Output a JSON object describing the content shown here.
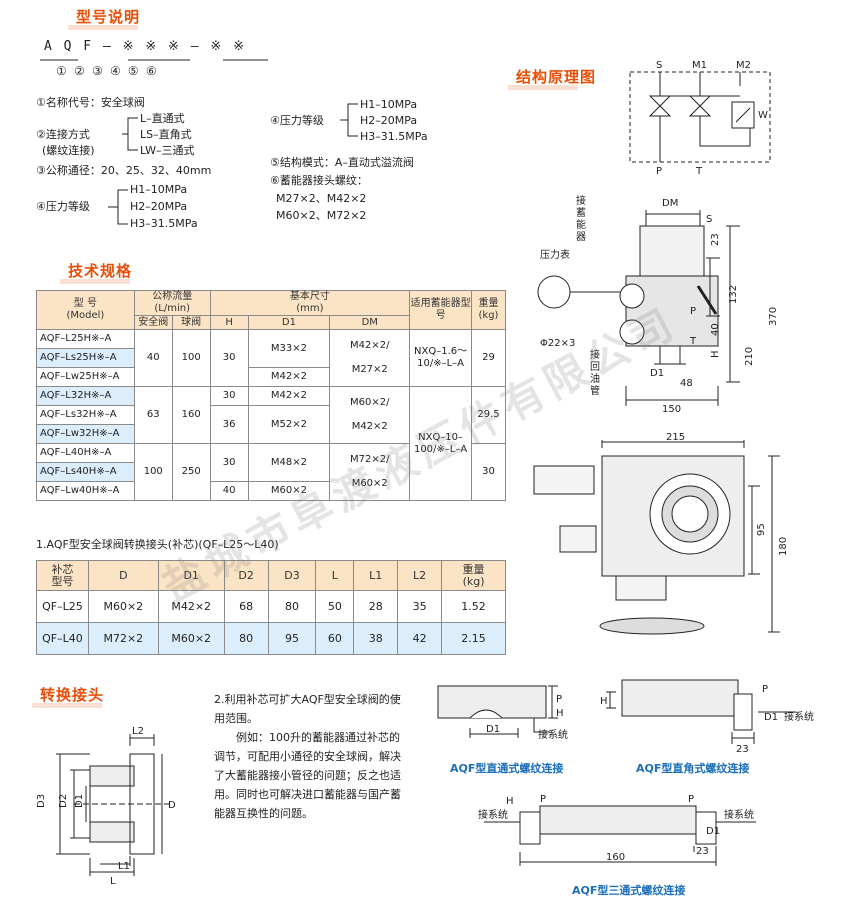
{
  "sections": {
    "model_desc": "型号说明",
    "spec": "技术规格",
    "structure": "结构原理图",
    "adapter": "转换接头"
  },
  "model_code": {
    "line": "A Q F  –  ※ ※ ※  – ※ ※",
    "numbers": "①       ② ③ ④    ⑤ ⑥"
  },
  "legend": {
    "l1": "①名称代号：安全球阀",
    "l2a": "L–直通式",
    "l2_label": "②连接方式",
    "l2b": "LS–直角式",
    "l2_sub": "(螺纹连接)",
    "l2c": "LW–三通式",
    "l3": "③公称通径：20、25、32、40mm",
    "l4_label": "④压力等级",
    "l4a": "H1–10MPa",
    "l4b": "H2–20MPa",
    "l4c": "H3–31.5MPa",
    "r4_label": "④压力等级",
    "r4a": "H1–10MPa",
    "r4b": "H2–20MPa",
    "r4c": "H3–31.5MPa",
    "r5": "⑤结构模式：A–直动式溢流阀",
    "r6": "⑥蓄能器接头螺纹：",
    "r6a": "M27×2、M42×2",
    "r6b": "M60×2、M72×2"
  },
  "spec_table": {
    "h_model": "型 号",
    "h_model_en": "(Model)",
    "h_flow": "公称流量",
    "h_flow_unit": "(L/min)",
    "h_flow_a": "安全阀",
    "h_flow_b": "球阀",
    "h_dims": "基本尺寸",
    "h_dims_unit": "(mm)",
    "h_H": "H",
    "h_D1": "D1",
    "h_DM": "DM",
    "h_acc": "适用蓄能器型号",
    "h_wt": "重量",
    "h_wt_unit": "(kg)",
    "groups": [
      {
        "models": [
          "AQF–L25H※–A",
          "AQF–Ls25H※–A",
          "AQF–Lw25H※–A"
        ],
        "flow_a": "40",
        "flow_b": "100",
        "H": [
          "30"
        ],
        "D1": [
          "M33×2",
          "M42×2"
        ],
        "DM": [
          "M42×2/",
          "M27×2"
        ],
        "acc": [
          "NXQ–1.6～",
          "10/※–L–A"
        ],
        "wt": "29"
      },
      {
        "models": [
          "AQF–L32H※–A",
          "AQF–Ls32H※–A",
          "AQF–Lw32H※–A"
        ],
        "flow_a": "63",
        "flow_b": "160",
        "H": [
          "30",
          "36"
        ],
        "D1": [
          "M42×2",
          "M52×2"
        ],
        "DM": [
          "M60×2/",
          "M42×2"
        ],
        "acc": [
          "NXQ–10–",
          "100/※–L–A"
        ],
        "wt": "29.5"
      },
      {
        "models": [
          "AQF–L40H※–A",
          "AQF–Ls40H※–A",
          "AQF–Lw40H※–A"
        ],
        "flow_a": "100",
        "flow_b": "250",
        "H": [
          "30",
          "40"
        ],
        "D1": [
          "M48×2",
          "M60×2"
        ],
        "DM": [
          "M72×2/",
          "M60×2"
        ],
        "acc": [],
        "wt": "30"
      }
    ]
  },
  "adapter_note": "1.AQF型安全球阀转换接头(补芯)(QF–L25～L40)",
  "adapter_table": {
    "headers": [
      "补芯型号",
      "D",
      "D1",
      "D2",
      "D3",
      "L",
      "L1",
      "L2",
      "重量(kg)"
    ],
    "h0a": "补芯",
    "h0b": "型号",
    "h8a": "重量",
    "h8b": "(kg)",
    "rows": [
      [
        "QF–L25",
        "M60×2",
        "M42×2",
        "68",
        "80",
        "50",
        "28",
        "35",
        "1.52"
      ],
      [
        "QF–L40",
        "M72×2",
        "M60×2",
        "80",
        "95",
        "60",
        "38",
        "42",
        "2.15"
      ]
    ]
  },
  "paragraph": {
    "p1": "2.利用补芯可扩大AQF型安全球阀的使用范围。",
    "p2": "例如：100升的蓄能器通过补芯的调节，可配用小通径的安全球阀，解决了大蓄能器接小管径的问题；反之也适用。同时也可解决进口蓄能器与国产蓄能器互换性的问题。"
  },
  "captions": {
    "straight": "AQF型直通式螺纹连接",
    "angle": "AQF型直角式螺纹连接",
    "tee": "AQF型三通式螺纹连接"
  },
  "labels": {
    "S": "S",
    "M1": "M1",
    "M2": "M2",
    "P": "P",
    "T": "T",
    "W": "W",
    "DM": "DM",
    "acc_port": "接蓄能器",
    "gauge": "压力表",
    "oil_return": "接回油管",
    "phi22": "Φ22×3",
    "d23": "23",
    "d132": "132",
    "d370": "370",
    "d210": "210",
    "d40": "40",
    "dH": "H",
    "dD1": "D1",
    "d48": "48",
    "d150": "150",
    "d215": "215",
    "d95": "95",
    "d180": "180",
    "d160": "160",
    "to_system": "接系统",
    "L2": "L2",
    "L1": "L1",
    "L": "L",
    "D": "D",
    "D1": "D1",
    "D2": "D2",
    "D3": "D3"
  },
  "watermark": "盐城市阜渡液压件有限公司"
}
